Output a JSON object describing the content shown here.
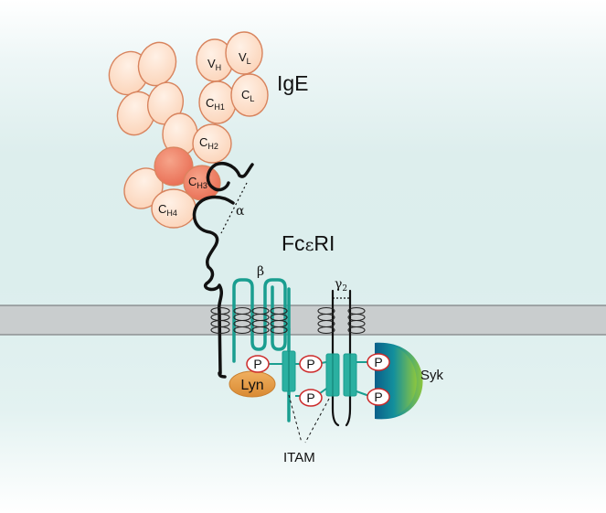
{
  "labels": {
    "ige": "IgE",
    "fceri": "FcεRI",
    "fceri_main": "Fc",
    "fceri_epsilon": "ε",
    "fceri_suffix": "RI",
    "alpha": "α",
    "beta": "β",
    "gamma": "γ",
    "gamma_sub": "2",
    "lyn": "Lyn",
    "syk": "Syk",
    "itam": "ITAM",
    "phospho": "P"
  },
  "domains": {
    "vh": {
      "main": "V",
      "sub": "H"
    },
    "vl": {
      "main": "V",
      "sub": "L"
    },
    "ch1": {
      "main": "C",
      "sub": "H1"
    },
    "cl": {
      "main": "C",
      "sub": "L"
    },
    "ch2": {
      "main": "C",
      "sub": "H2"
    },
    "ch3": {
      "main": "C",
      "sub": "H3"
    },
    "ch4": {
      "main": "C",
      "sub": "H4"
    }
  },
  "colors": {
    "domain_fill": "#fde1cc",
    "domain_stroke": "#d8845e",
    "ch3_fill": "#ee8268",
    "chain_black": "#111111",
    "beta_teal": "#1a9e90",
    "membrane": "#c9cdce",
    "membrane_edge": "#8d9293",
    "lyn": "#e39a45",
    "syk_green": "#8cc63f",
    "syk_blue": "#0a5f8a",
    "phospho_stroke": "#cc2a2a"
  }
}
